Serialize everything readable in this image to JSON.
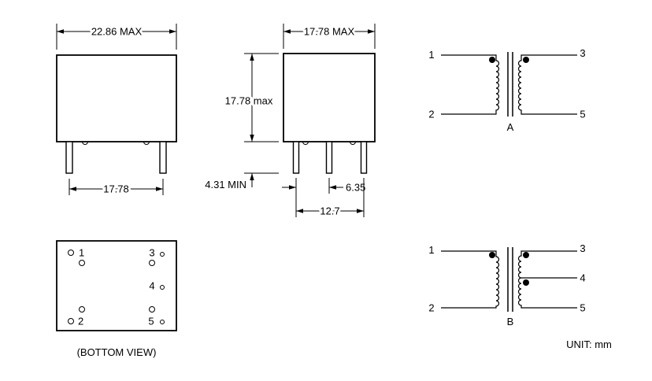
{
  "front_view": {
    "width_label": "22.86 MAX",
    "pin_spacing_label": "17.78"
  },
  "side_view": {
    "width_label": "17.78 MAX",
    "height_label": "17.78 max",
    "pin_length_label": "4.31 MIN",
    "pin_offset_label": "6.35",
    "pin_spacing_label": "12.7"
  },
  "bottom_view": {
    "pin_1": "1",
    "pin_2": "2",
    "pin_3": "3",
    "pin_4": "4",
    "pin_5": "5",
    "caption": "(BOTTOM VIEW)"
  },
  "schematic_a": {
    "pin_1": "1",
    "pin_2": "2",
    "pin_3": "3",
    "pin_5": "5",
    "label": "A"
  },
  "schematic_b": {
    "pin_1": "1",
    "pin_2": "2",
    "pin_3": "3",
    "pin_4": "4",
    "pin_5": "5",
    "label": "B"
  },
  "unit_note": "UNIT: mm"
}
